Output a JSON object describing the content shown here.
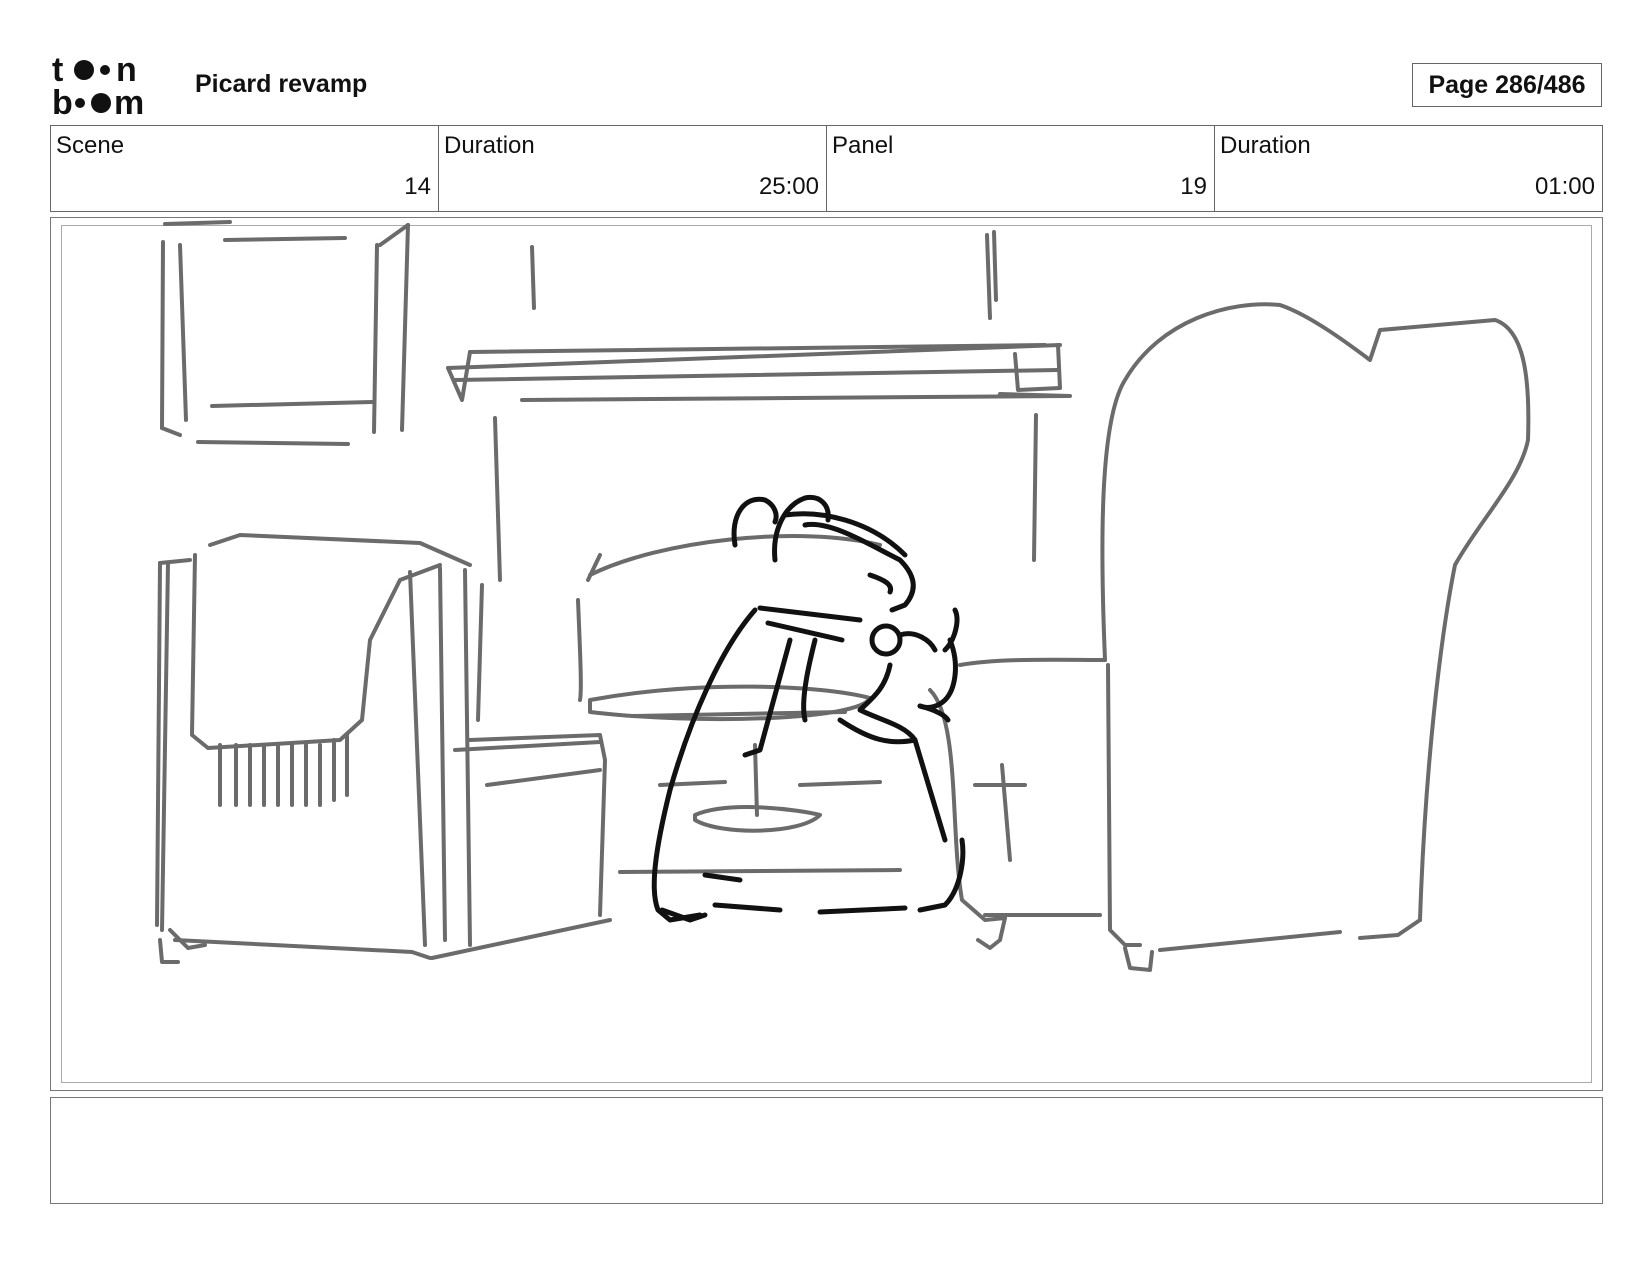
{
  "header": {
    "logo_text": "toon boom",
    "project_title": "Picard revamp",
    "page_label": "Page 286/486"
  },
  "info": {
    "scene_label": "Scene",
    "scene_value": "14",
    "scene_duration_label": "Duration",
    "scene_duration_value": "25:00",
    "panel_label": "Panel",
    "panel_value": "19",
    "panel_duration_label": "Duration",
    "panel_duration_value": "01:00"
  },
  "panel": {
    "sketch_icon": "storyboard-sketch-living-room"
  },
  "notes": {
    "text": ""
  }
}
